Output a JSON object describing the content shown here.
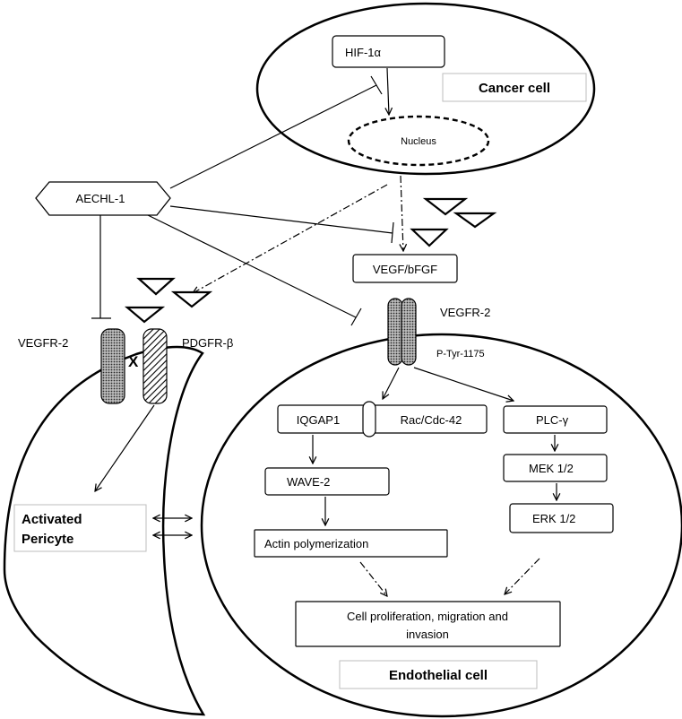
{
  "labels": {
    "hif1a": "HIF-1α",
    "cancer_cell": "Cancer cell",
    "nucleus": "Nucleus",
    "aechl1": "AECHL-1",
    "vegf_bfgf": "VEGF/bFGF",
    "vegfr2_endo": "VEGFR-2",
    "ptyr": "P-Tyr-1175",
    "vegfr2_peri": "VEGFR-2",
    "pdgfrb": "PDGFR-β",
    "x_mark": "X",
    "iqgap1": "IQGAP1",
    "rac_cdc42": "Rac/Cdc-42",
    "wave2": "WAVE-2",
    "actin": "Actin polymerization",
    "plcg": "PLC-γ",
    "mek": "MEK 1/2",
    "erk": "ERK 1/2",
    "outcome_line1": "Cell proliferation, migration and",
    "outcome_line2": "invasion",
    "endothelial_cell": "Endothelial cell",
    "activated": "Activated",
    "pericyte": "Pericyte"
  }
}
